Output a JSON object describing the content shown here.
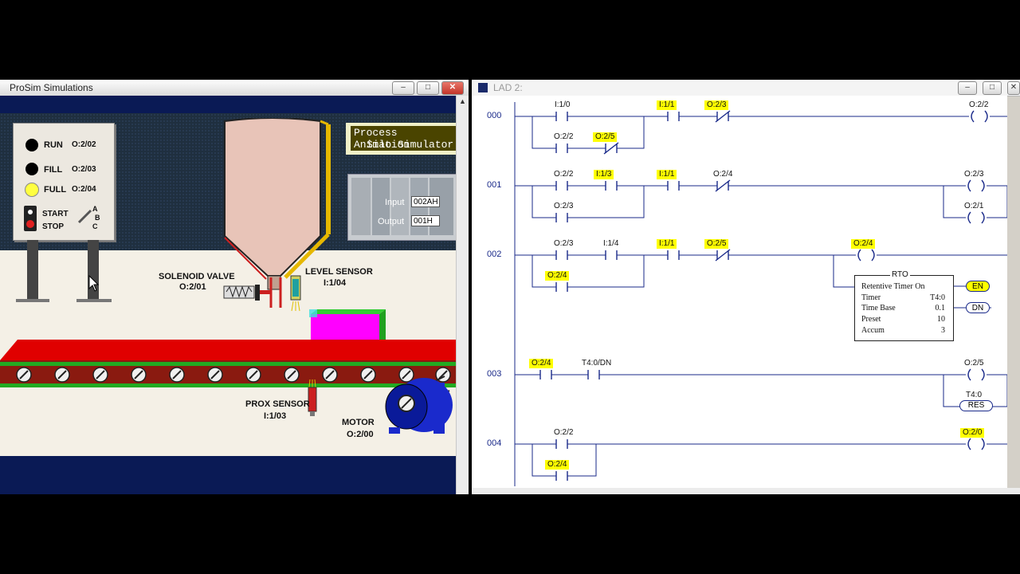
{
  "prosim": {
    "title": "ProSim Simulations",
    "controls": {
      "minimize": "–",
      "maximize": "□",
      "close": "✕"
    },
    "scroll_up": "▲",
    "panel": {
      "run": {
        "label": "RUN",
        "addr": "O:2/02"
      },
      "fill": {
        "label": "FILL",
        "addr": "O:2/03"
      },
      "full": {
        "label": "FULL",
        "addr": "O:2/04"
      },
      "start": "START",
      "stop": "STOP",
      "selector": [
        "A",
        "B",
        "C"
      ]
    },
    "banner": {
      "line1": "Process Animation",
      "line2": "Silo Simulator"
    },
    "plc": {
      "input_label": "Input",
      "input_value": "002AH",
      "output_label": "Output",
      "output_value": "001H"
    },
    "solenoid": {
      "name": "SOLENOID VALVE",
      "addr": "O:2/01"
    },
    "level_sensor": {
      "name": "LEVEL SENSOR",
      "addr": "I:1/04"
    },
    "prox_sensor": {
      "name": "PROX SENSOR",
      "addr": "I:1/03"
    },
    "motor": {
      "name": "MOTOR",
      "addr": "O:2/00"
    },
    "colors": {
      "belt": "#e00000",
      "box": "#ff00ff",
      "silo": "#e8c4b8",
      "motor": "#1a2acc"
    }
  },
  "lad": {
    "title": "LAD 2:",
    "controls": {
      "minimize": "–",
      "maximize": "□",
      "close": "✕"
    },
    "rungs": [
      {
        "num": "000",
        "contacts": [
          {
            "tag": "I:1/0",
            "hl": false,
            "type": "no"
          },
          {
            "tag": "I:1/1",
            "hl": true,
            "type": "no"
          },
          {
            "tag": "O:2/3",
            "hl": true,
            "type": "nc"
          },
          {
            "tag": "O:2/2",
            "hl": false,
            "type": "no"
          },
          {
            "tag": "O:2/5",
            "hl": true,
            "type": "nc"
          }
        ],
        "coils": [
          {
            "tag": "O:2/2",
            "hl": false
          }
        ]
      },
      {
        "num": "001",
        "contacts": [
          {
            "tag": "O:2/2",
            "hl": false,
            "type": "no"
          },
          {
            "tag": "I:1/3",
            "hl": true,
            "type": "no"
          },
          {
            "tag": "I:1/1",
            "hl": true,
            "type": "no"
          },
          {
            "tag": "O:2/4",
            "hl": false,
            "type": "nc"
          },
          {
            "tag": "O:2/3",
            "hl": false,
            "type": "no"
          }
        ],
        "coils": [
          {
            "tag": "O:2/3",
            "hl": false
          },
          {
            "tag": "O:2/1",
            "hl": false
          }
        ]
      },
      {
        "num": "002",
        "contacts": [
          {
            "tag": "O:2/3",
            "hl": false,
            "type": "no"
          },
          {
            "tag": "I:1/4",
            "hl": false,
            "type": "no"
          },
          {
            "tag": "I:1/1",
            "hl": true,
            "type": "no"
          },
          {
            "tag": "O:2/5",
            "hl": true,
            "type": "nc"
          },
          {
            "tag": "O:2/4",
            "hl": true,
            "type": "no"
          }
        ],
        "coils": [
          {
            "tag": "O:2/4",
            "hl": true
          }
        ]
      },
      {
        "num": "003",
        "contacts": [
          {
            "tag": "O:2/4",
            "hl": true,
            "type": "no"
          },
          {
            "tag": "T4:0/DN",
            "hl": false,
            "type": "no"
          }
        ],
        "coils": [
          {
            "tag": "O:2/5",
            "hl": false
          },
          {
            "tag": "T4:0",
            "hl": false,
            "sym": "RES"
          }
        ]
      },
      {
        "num": "004",
        "contacts": [
          {
            "tag": "O:2/2",
            "hl": false,
            "type": "no"
          },
          {
            "tag": "O:2/4",
            "hl": true,
            "type": "no"
          }
        ],
        "coils": [
          {
            "tag": "O:2/0",
            "hl": true
          }
        ]
      }
    ],
    "timer": {
      "title": "RTO",
      "name": "Retentive Timer On",
      "rows": [
        {
          "k": "Timer",
          "v": "T4:0"
        },
        {
          "k": "Time Base",
          "v": "0.1"
        },
        {
          "k": "Preset",
          "v": "10"
        },
        {
          "k": "Accum",
          "v": "3"
        }
      ],
      "en": "EN",
      "dn": "DN"
    }
  }
}
